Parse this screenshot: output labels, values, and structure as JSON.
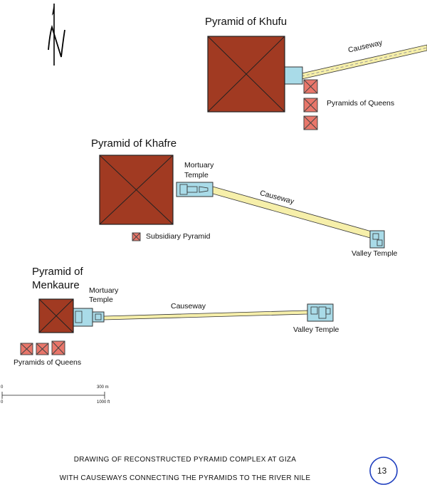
{
  "north_letter": "N",
  "khufu": {
    "title": "Pyramid of Khufu",
    "causeway": "Causeway",
    "queens": "Pyramids of Queens"
  },
  "khafre": {
    "title": "Pyramid of Khafre",
    "mortuary_line1": "Mortuary",
    "mortuary_line2": "Temple",
    "causeway": "Causeway",
    "subsidiary": "Subsidiary Pyramid",
    "valley": "Valley Temple"
  },
  "menkaure": {
    "title_line1": "Pyramid of",
    "title_line2": "Menkaure",
    "mortuary_line1": "Mortuary",
    "mortuary_line2": "Temple",
    "causeway": "Causeway",
    "valley": "Valley Temple",
    "queens": "Pyramids of Queens"
  },
  "scale": {
    "zero_top": "0",
    "zero_bottom": "0",
    "metres": "300 m",
    "feet": "1000 ft"
  },
  "caption": {
    "line1": "DRAWING OF RECONSTRUCTED PYRAMID COMPLEX AT GIZA",
    "line2": "WITH CAUSEWAYS CONNECTING THE PYRAMIDS TO THE RIVER NILE"
  },
  "page_number": "13",
  "colors": {
    "pyramid": "#a13a22",
    "queen": "#e9766a",
    "temple": "#a9dbe8",
    "causeway": "#f6efaa",
    "page_circle": "#1f3fbf"
  }
}
